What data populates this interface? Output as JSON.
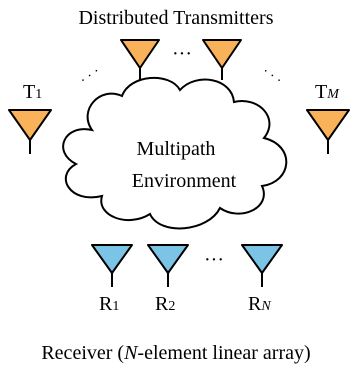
{
  "title": "Distributed Transmitters",
  "caption_prefix": "Receiver (",
  "caption_italic": "N",
  "caption_suffix": "-element linear array)",
  "cloud_line1": "Multipath",
  "cloud_line2": "Environment",
  "ellipsis_h": "···",
  "ellipsis_diag": "·  ·  ·",
  "tx_left": {
    "letter": "T",
    "index": "1"
  },
  "tx_right": {
    "letter": "T",
    "index": "M"
  },
  "rx_labels": [
    {
      "letter": "R",
      "index": "1"
    },
    {
      "letter": "R",
      "index": "2"
    },
    {
      "letter": "R",
      "index": "N"
    }
  ],
  "colors": {
    "transmitter_fill": "#F9B25A",
    "receiver_fill": "#7CC4E6",
    "stroke": "#000000",
    "cloud_fill": "#ffffff"
  }
}
